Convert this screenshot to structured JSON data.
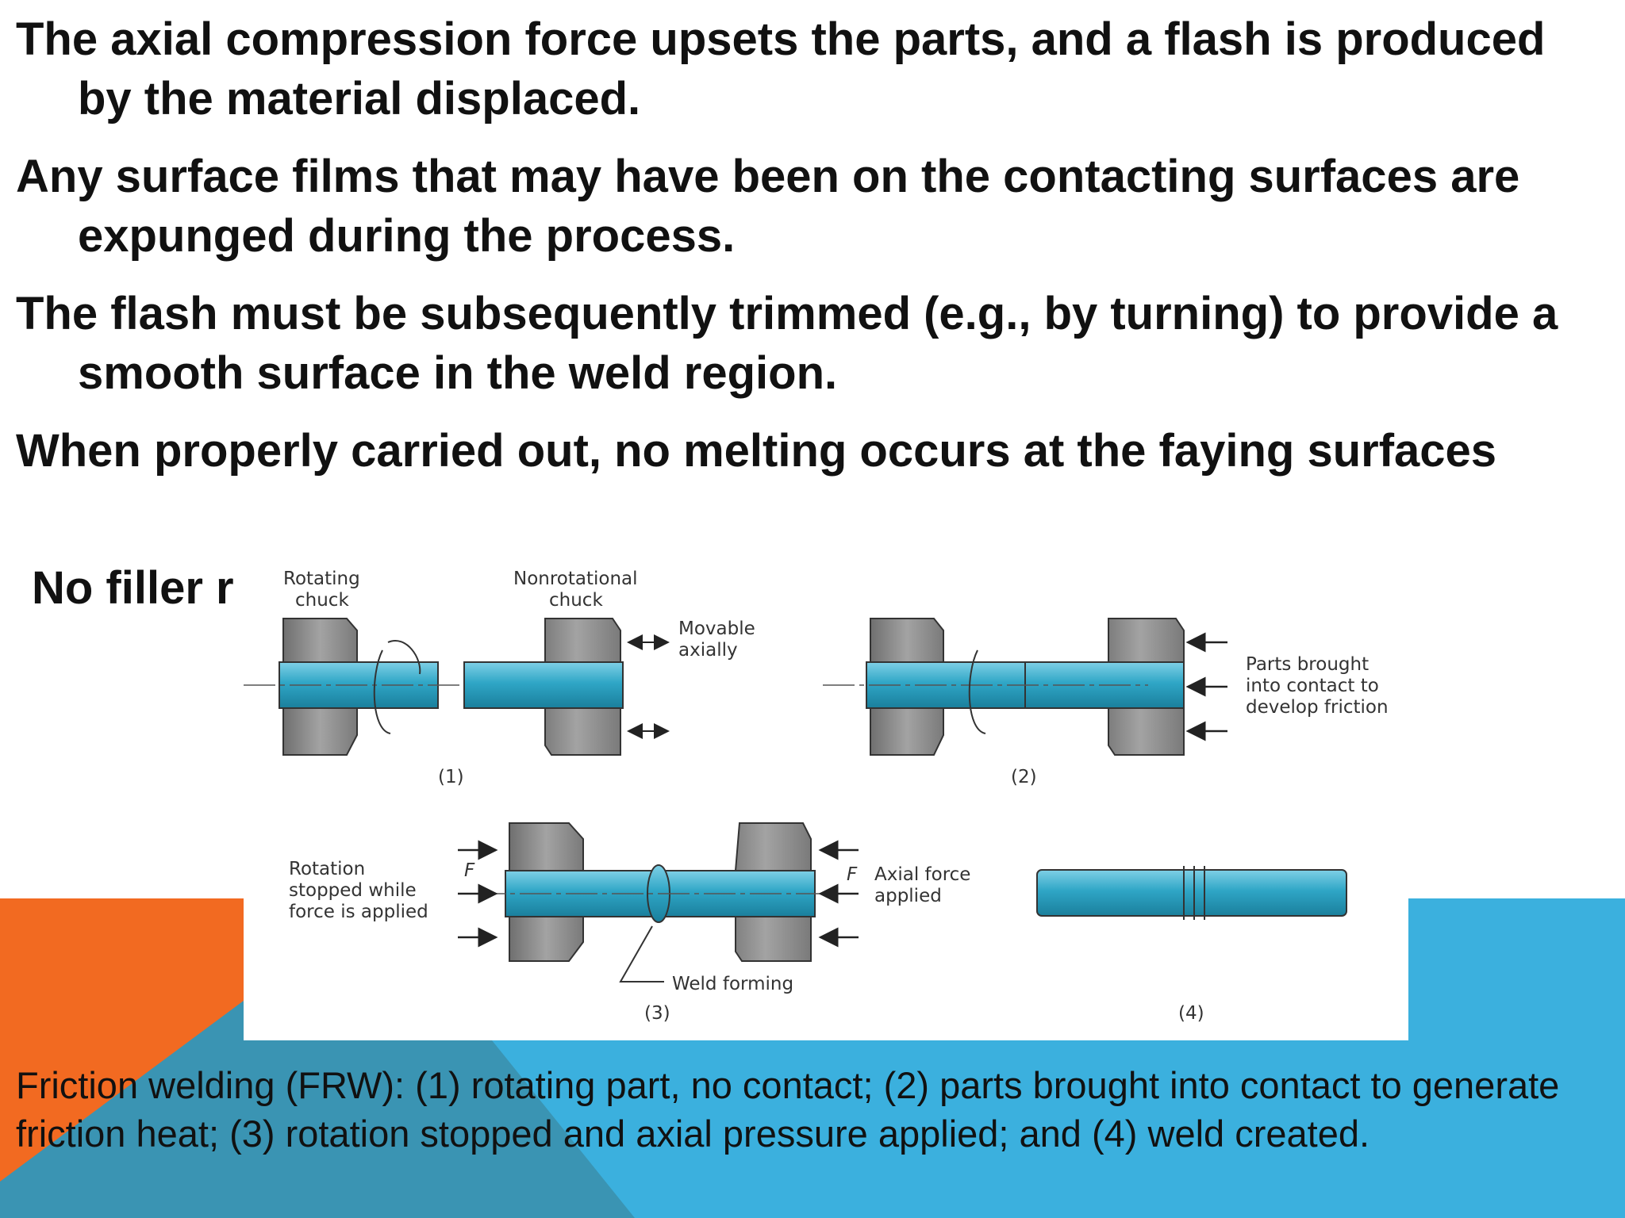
{
  "slide": {
    "bullets": [
      "The axial compression force upsets the parts, and a flash is produced by the material displaced.",
      "Any surface films that may have been on the contacting surfaces are expunged during the process.",
      "The flash must be subsequently trimmed (e.g., by turning) to provide a smooth surface in the weld region.",
      "When properly carried out, no melting occurs at the faying surfaces",
      "No filler r"
    ],
    "caption": "Friction welding (FRW): (1) rotating part, no contact; (2) parts brought into contact to generate friction heat; (3) rotation stopped and axial pressure applied; and (4) weld created."
  },
  "figure": {
    "rotating_chuck": [
      "Rotating",
      "chuck"
    ],
    "nonrotational_chuck": [
      "Nonrotational",
      "chuck"
    ],
    "movable": [
      "Movable",
      "axially"
    ],
    "parts_contact": [
      "Parts brought",
      "into contact to",
      "develop friction"
    ],
    "rotation_stopped": [
      "Rotation",
      "stopped while",
      "force is applied"
    ],
    "axial_force": [
      "Axial force",
      "applied"
    ],
    "force_symbol": "F",
    "weld_forming": "Weld forming",
    "step_labels": [
      "(1)",
      "(2)",
      "(3)",
      "(4)"
    ]
  },
  "colors": {
    "orange": "#f26a21",
    "blue": "#3bb0de",
    "steel_blue": "#3a94b3",
    "part_cyan": "#2fa6c6",
    "chuck_gray": "#8e8e8e"
  }
}
